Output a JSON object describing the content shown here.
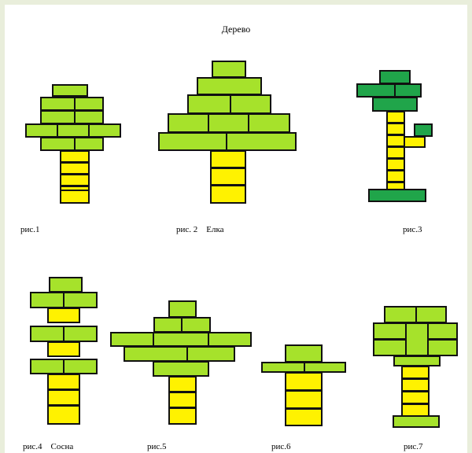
{
  "title": "Дерево",
  "captions": {
    "fig1": "рис.1",
    "fig2": "рис. 2    Елка",
    "fig3": "рис.3",
    "fig4": "рис.4    Сосна",
    "fig5": "рис.5",
    "fig6": "рис.6",
    "fig7": "рис.7"
  },
  "colors": {
    "leaf_light_green": "#a6e22b",
    "trunk_yellow": "#fff200",
    "leaf_dark_green": "#20a54a",
    "outline": "#111111",
    "background": "#e9eedb"
  }
}
